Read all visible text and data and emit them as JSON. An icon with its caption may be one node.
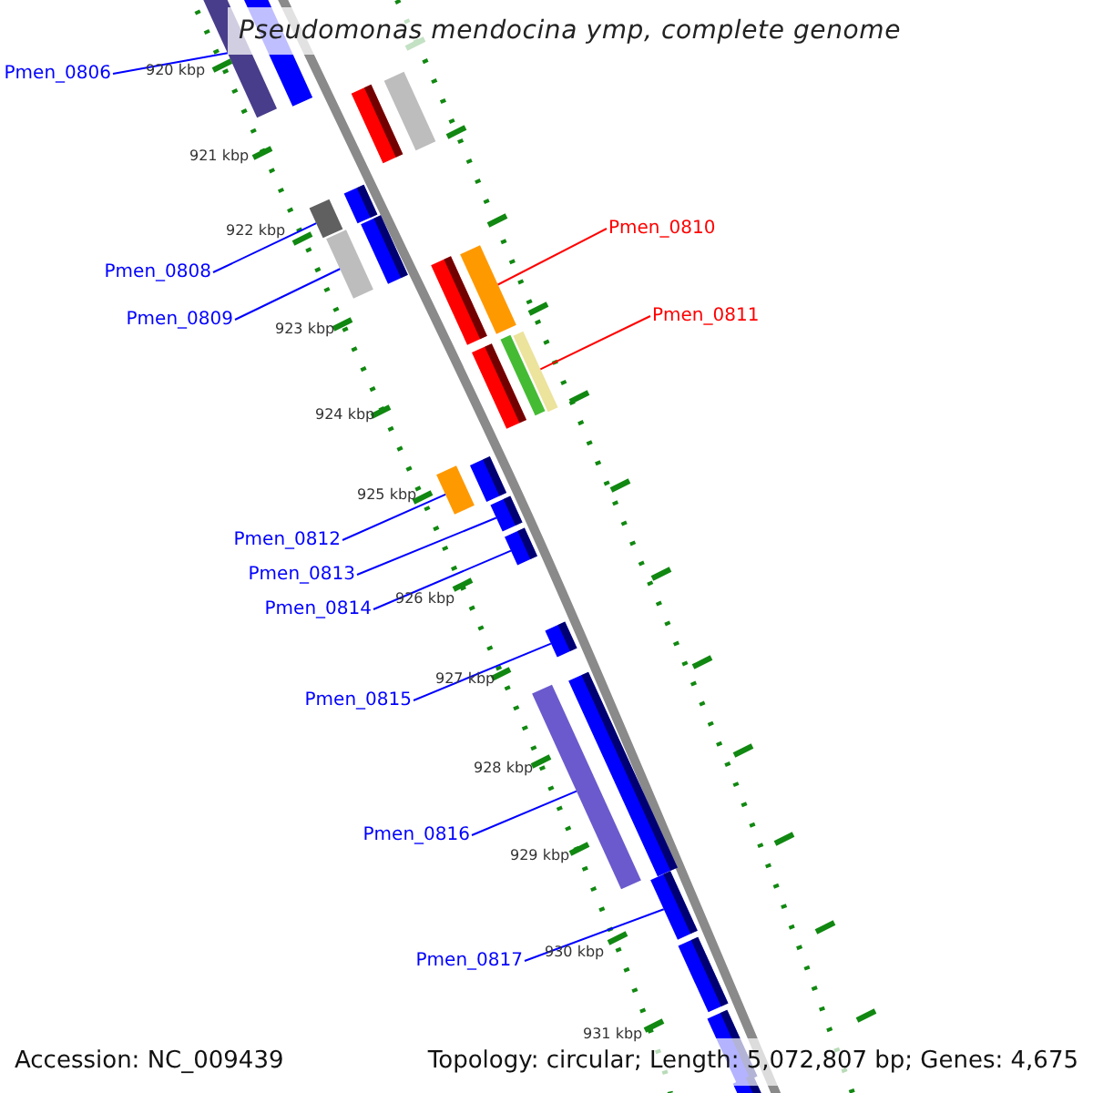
{
  "diagram": {
    "title": "Pseudomonas mendocina ymp, complete genome",
    "nodes": [
      {
        "text": [
          "Pmen_0806"
        ]
      },
      {
        "text": [
          "Pmen_0808"
        ]
      },
      {
        "text": [
          "Pmen_0809"
        ]
      },
      {
        "text": [
          "Pmen_0810"
        ]
      },
      {
        "text": [
          "Pmen_0811"
        ]
      },
      {
        "text": [
          "Pmen_0812"
        ]
      },
      {
        "text": [
          "Pmen_0813"
        ]
      },
      {
        "text": [
          "Pmen_0814"
        ]
      },
      {
        "text": [
          "Pmen_0815"
        ]
      },
      {
        "text": [
          "Pmen_0816"
        ]
      },
      {
        "text": [
          "Pmen_0817"
        ]
      },
      {
        "text": [],
        "shape": "bar"
      },
      {
        "text": [],
        "shape": "bar"
      },
      {
        "text": [],
        "shape": "bar"
      },
      {
        "text": [],
        "shape": "bar"
      },
      {
        "text": [],
        "shape": "bar"
      },
      {
        "text": [],
        "shape": "bar"
      },
      {
        "text": [],
        "shape": "bar"
      },
      {
        "text": [],
        "shape": "bar"
      },
      {
        "text": [],
        "shape": "bar"
      },
      {
        "text": [],
        "shape": "bar"
      },
      {
        "text": [],
        "shape": "bar"
      },
      {
        "text": [],
        "shape": "bar"
      },
      {
        "text": [],
        "shape": "bar"
      },
      {
        "text": [],
        "shape": "bar"
      },
      {
        "text": [],
        "shape": "bar"
      },
      {
        "text": [],
        "shape": "bar"
      },
      {
        "text": [],
        "shape": "bar"
      },
      {
        "text": [],
        "shape": "bar"
      },
      {
        "text": [],
        "shape": "bar"
      },
      {
        "text": [],
        "shape": "bar"
      },
      {
        "text": [],
        "shape": "bar"
      },
      {
        "text": [],
        "shape": "bar"
      },
      {
        "text": [],
        "shape": "bar"
      },
      {
        "text": [],
        "shape": "bar"
      }
    ],
    "edges": [
      {
        "from": 0,
        "to": 11,
        "arrow": "none"
      },
      {
        "from": 1,
        "to": 15,
        "arrow": "none"
      },
      {
        "from": 2,
        "to": 17,
        "arrow": "none"
      },
      {
        "from": 3,
        "to": 20,
        "arrow": "none",
        "color": "#ff0000"
      },
      {
        "from": 4,
        "to": 23,
        "arrow": "none",
        "color": "#ff0000"
      },
      {
        "from": 5,
        "to": 24,
        "arrow": "none"
      },
      {
        "from": 6,
        "to": 26,
        "arrow": "none"
      },
      {
        "from": 7,
        "to": 27,
        "arrow": "none"
      },
      {
        "from": 8,
        "to": 28,
        "arrow": "none"
      },
      {
        "from": 9,
        "to": 29,
        "arrow": "none"
      },
      {
        "from": 10,
        "to": 31,
        "arrow": "none"
      }
    ],
    "labels": [
      "920 kbp",
      "921 kbp",
      "922 kbp",
      "923 kbp",
      "924 kbp",
      "925 kbp",
      "926 kbp",
      "927 kbp",
      "928 kbp",
      "929 kbp",
      "930 kbp",
      "931 kbp",
      "Accession: NC_009439",
      "Topology: circular; Length: 5,072,807 bp; Genes: 4,675"
    ]
  }
}
